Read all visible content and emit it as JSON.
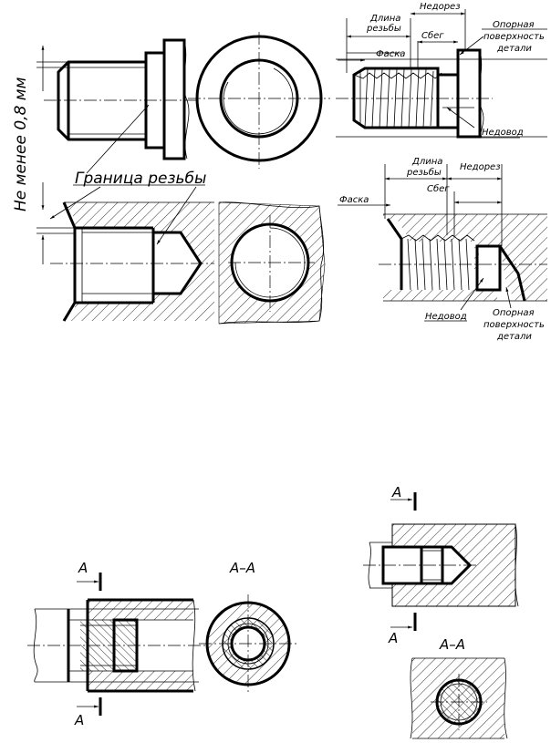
{
  "labels": {
    "min_dist": "Не менее 0,8 мм",
    "thread_boundary": "Граница  резьбы",
    "ext": {
      "thread_len_1": "Длина",
      "thread_len_2": "резьбы",
      "undercut": "Недорез",
      "runout": "Сбег",
      "chamfer": "Фаска",
      "support_1": "Опорная",
      "support_2": "поверхность",
      "support_3": "детали",
      "shortfall": "Недовод"
    },
    "int": {
      "thread_len_1": "Длина",
      "thread_len_2": "резьбы",
      "undercut": "Недорез",
      "runout": "Сбег",
      "chamfer": "Фаска",
      "shortfall": "Недовод",
      "support_1": "Опорная",
      "support_2": "поверхность",
      "support_3": "детали"
    },
    "section_letter_1": "А",
    "section_letter_2": "А",
    "section_title_1": "А–А",
    "section_letter_3": "А",
    "section_letter_4": "А",
    "section_title_2": "А–А"
  }
}
